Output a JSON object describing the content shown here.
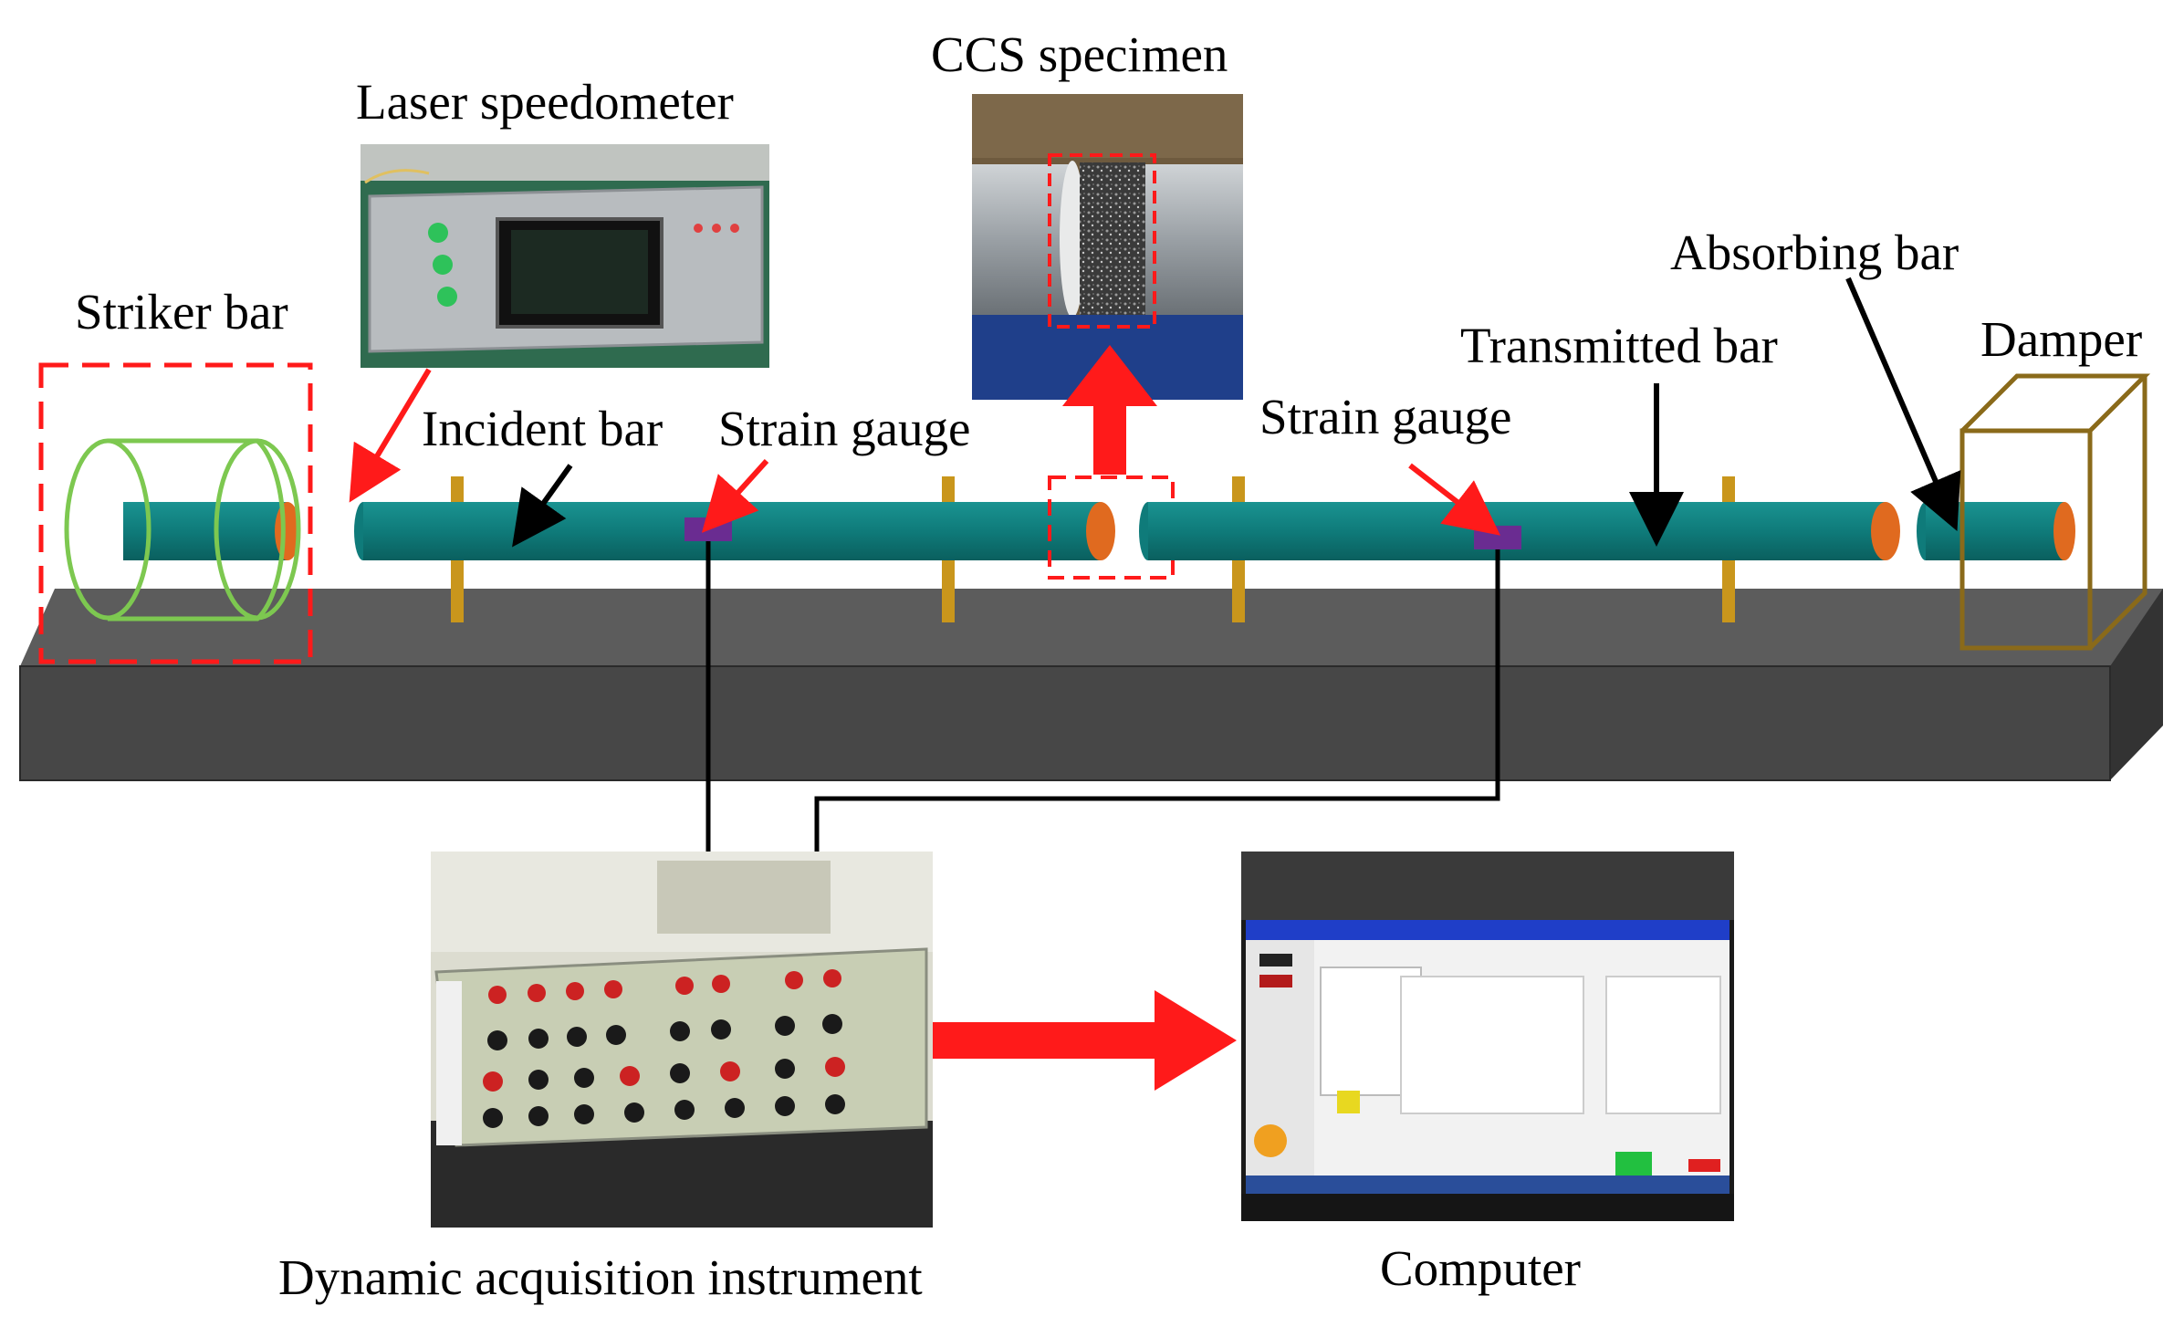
{
  "labels": {
    "laser_speedometer": "Laser speedometer",
    "ccs_specimen": "CCS specimen",
    "striker_bar": "Striker bar",
    "incident_bar": "Incident bar",
    "strain_gauge_1": "Strain gauge",
    "strain_gauge_2": "Strain gauge",
    "transmitted_bar": "Transmitted bar",
    "absorbing_bar": "Absorbing bar",
    "damper": "Damper",
    "dynamic_acquisition": "Dynamic acquisition instrument",
    "computer": "Computer"
  },
  "colors": {
    "bar": "#0f7b7a",
    "bar_end": "#e06a1f",
    "support": "#c9961c",
    "gauge": "#6a2c91",
    "arrow_red": "#ff1a1a",
    "platform_top": "#5a5a5a",
    "platform_front": "#474747",
    "striker_tube": "#7dc850",
    "damper": "#8a6a1a"
  }
}
